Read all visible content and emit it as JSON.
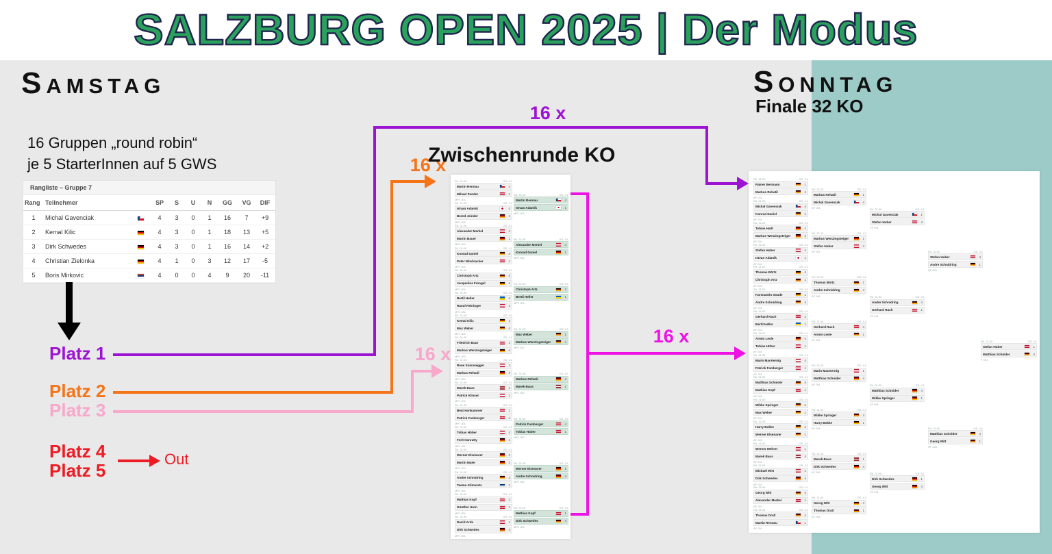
{
  "title": "SALZBURG OPEN 2025 | Der Modus",
  "colors": {
    "title_green": "#2aa25e",
    "title_outline": "#20264d",
    "background": "#e9e9e9",
    "teal_block": "#9dcbc7",
    "purple": "#9d13d4",
    "orange": "#f57419",
    "pink": "#f7a8cb",
    "magenta": "#ee12e4",
    "red": "#ed1c24",
    "black": "#111111"
  },
  "saturday": {
    "heading": "Samstag",
    "info_line1": "16 Gruppen „round robin“",
    "info_line2": "je 5 StarterInnen auf 5 GWS",
    "group_table": {
      "title": "Rangliste – Gruppe 7",
      "columns": [
        "Rang",
        "Teilnehmer",
        "SP",
        "S",
        "U",
        "N",
        "GG",
        "VG",
        "DIF"
      ],
      "rows": [
        [
          "1",
          "Michal Gavenciak",
          "cz",
          "4",
          "3",
          "0",
          "1",
          "16",
          "7",
          "+9"
        ],
        [
          "2",
          "Kemal Kilic",
          "de",
          "4",
          "3",
          "0",
          "1",
          "18",
          "13",
          "+5"
        ],
        [
          "3",
          "Dirk Schwedes",
          "de",
          "4",
          "3",
          "0",
          "1",
          "16",
          "14",
          "+2"
        ],
        [
          "4",
          "Christian Zielonka",
          "de",
          "4",
          "1",
          "0",
          "3",
          "12",
          "17",
          "-5"
        ],
        [
          "5",
          "Boris Mirkovic",
          "rs",
          "4",
          "0",
          "0",
          "4",
          "9",
          "20",
          "-11"
        ]
      ]
    },
    "places": [
      {
        "label": "Platz 1",
        "color": "#9d13d4"
      },
      {
        "label": "Platz 2",
        "color": "#f57419"
      },
      {
        "label": "Platz 3",
        "color": "#f7a8cb"
      },
      {
        "label": "Platz 4",
        "color": "#ed1c24"
      },
      {
        "label": "Platz 5",
        "color": "#ed1c24"
      }
    ],
    "out_label": "Out"
  },
  "flows": {
    "purple_label": "16 x",
    "orange_label": "16 x",
    "pink_label": "16 x",
    "magenta_label": "16 x"
  },
  "intermediate": {
    "heading": "Zwischenrunde KO",
    "card_meta": {
      "header_left": "Rd. 31:00",
      "header_right": "GS: 4:1",
      "footer": "MP1 301"
    },
    "round1": [
      [
        "Martin Rennau",
        "cz",
        "4",
        "Mihael Pander",
        "at",
        "1"
      ],
      [
        "Istvan Adamik",
        "jp",
        "4",
        "Bernd Jeinder",
        "de",
        "1"
      ],
      [
        "Alexander Merkel",
        "at",
        "4",
        "Martin Bauer",
        "de",
        "1"
      ],
      [
        "Konrad Daniel",
        "de",
        "4",
        "Peter Windsacker",
        "at",
        "1"
      ],
      [
        "Christoph Artz",
        "de",
        "4",
        "Jacqueline Frangel",
        "de",
        "1"
      ],
      [
        "Bertil Heller",
        "ua",
        "4",
        "Raoul Reininger",
        "at",
        "1"
      ],
      [
        "Kemal Kilic",
        "de",
        "1",
        "Max Weber",
        "de",
        "4"
      ],
      [
        "Friedrich Baur",
        "at",
        "1",
        "Markus Wenzingsteiger",
        "de",
        "4"
      ],
      [
        "Rene Sonnwegger",
        "at",
        "1",
        "Markus Rehatil",
        "de",
        "4"
      ],
      [
        "Marek Baus",
        "lv",
        "4",
        "Patrick Klinser",
        "at",
        "1"
      ],
      [
        "Beat Hankammer",
        "at",
        "1",
        "Patrick Famberger",
        "at",
        "4"
      ],
      [
        "Tobias Hüber",
        "at",
        "4",
        "Ferit Hanratty",
        "de",
        "1"
      ],
      [
        "Werner Elsenarer",
        "de",
        "4",
        "Martin Maler",
        "de",
        "1"
      ],
      [
        "Andre Schnidring",
        "de",
        "4",
        "Teemu Klimerats",
        "fi",
        "1"
      ],
      [
        "Mathias Kopf",
        "at",
        "4",
        "Günther Horn",
        "at",
        "1"
      ],
      [
        "David Arde",
        "at",
        "1",
        "Dirk Schwedes",
        "de",
        "4"
      ]
    ],
    "round2": [
      [
        "Martin Rennau",
        "cz",
        "4",
        "Istvan Adamik",
        "jp",
        "1"
      ],
      [
        "Alexander Merkel",
        "at",
        "4",
        "Konrad Daniel",
        "de",
        "1"
      ],
      [
        "Christoph Artz",
        "de",
        "4",
        "Bertil Heller",
        "ua",
        "1"
      ],
      [
        "Max Weber",
        "de",
        "1",
        "Markus Wenzingsteiger",
        "de",
        "4"
      ],
      [
        "Markus Rehatil",
        "de",
        "4",
        "Marek Baus",
        "lv",
        "1"
      ],
      [
        "Patrick Famberger",
        "at",
        "4",
        "Tobias Hüber",
        "at",
        "1"
      ],
      [
        "Werner Elsenarer",
        "de",
        "1",
        "Andre Schnidring",
        "de",
        "4"
      ],
      [
        "Mathias Kopf",
        "at",
        "1",
        "Dirk Schwedes",
        "de",
        "4"
      ]
    ]
  },
  "sunday": {
    "heading": "Sonntag",
    "subheading": "Finale 32 KO",
    "card_meta": {
      "header_left": "Rd. 31:00",
      "header_right": "GS: 4:1",
      "footers": {
        "r32": "AF 001",
        "r16": "AF 001",
        "qf": "VF 001",
        "sf": "HF 001",
        "f": "F 001"
      }
    },
    "r32": [
      [
        "Rainer Bermann",
        "de",
        "1",
        "Markus Rehatil",
        "de",
        "4"
      ],
      [
        "Michal Gavenciak",
        "cz",
        "4",
        "Konrad Daniel",
        "de",
        "1"
      ],
      [
        "Tobias Hadl",
        "de",
        "1",
        "Markus Wenzingsteiger",
        "de",
        "4"
      ],
      [
        "Stefan Huber",
        "at",
        "4",
        "Istvan Adamik",
        "jp",
        "1"
      ],
      [
        "Thomas Börtz",
        "de",
        "4",
        "Christoph Artz",
        "de",
        "1"
      ],
      [
        "Konstantin Strade",
        "de",
        "1",
        "Andre Schnidring",
        "de",
        "4"
      ],
      [
        "Gerhard Rach",
        "at",
        "4",
        "Bertil Heller",
        "ua",
        "1"
      ],
      [
        "Armin Lesle",
        "de",
        "4",
        "Tobias Hüber",
        "at",
        "1"
      ],
      [
        "Mario MacKernig",
        "at",
        "4",
        "Patrick Famberger",
        "at",
        "1"
      ],
      [
        "Matthias Schnider",
        "de",
        "4",
        "Mathias Kopf",
        "at",
        "1"
      ],
      [
        "Wikke Springer",
        "de",
        "4",
        "Max Weber",
        "de",
        "1"
      ],
      [
        "Harry Bokke",
        "de",
        "4",
        "Werner Elsenarer",
        "de",
        "1"
      ],
      [
        "Werner Mehrer",
        "at",
        "1",
        "Marek Baus",
        "lv",
        "4"
      ],
      [
        "Michael Wirt",
        "at",
        "1",
        "Dirk Schwedes",
        "de",
        "4"
      ],
      [
        "Georg Witt",
        "de",
        "4",
        "Alexander Merkel",
        "at",
        "1"
      ],
      [
        "Thomas Dratl",
        "de",
        "4",
        "Martin Rennau",
        "cz",
        "1"
      ]
    ],
    "r16": [
      [
        "Markus Rehatil",
        "de",
        "1",
        "Michal Gavenciak",
        "cz",
        "4"
      ],
      [
        "Markus Wenzingsteiger",
        "de",
        "1",
        "Stefan Huber",
        "at",
        "4"
      ],
      [
        "Thomas Börtz",
        "de",
        "1",
        "Andre Schnidring",
        "de",
        "4"
      ],
      [
        "Gerhard Rach",
        "at",
        "4",
        "Armin Lesle",
        "de",
        "1"
      ],
      [
        "Mario MacKernig",
        "at",
        "1",
        "Matthias Schnider",
        "de",
        "4"
      ],
      [
        "Wikke Springer",
        "de",
        "4",
        "Harry Bokke",
        "de",
        "1"
      ],
      [
        "Marek Baus",
        "lv",
        "1",
        "Dirk Schwedes",
        "de",
        "4"
      ],
      [
        "Georg Witt",
        "de",
        "4",
        "Thomas Dratl",
        "de",
        "1"
      ]
    ],
    "qf": [
      [
        "Michal Gavenciak",
        "cz",
        "1",
        "Stefan Huber",
        "at",
        "4"
      ],
      [
        "Andre Schnidring",
        "de",
        "4",
        "Gerhard Rach",
        "at",
        "1"
      ],
      [
        "Matthias Schnider",
        "de",
        "4",
        "Wikke Springer",
        "de",
        "1"
      ],
      [
        "Dirk Schwedes",
        "de",
        "1",
        "Georg Witt",
        "de",
        "4"
      ]
    ],
    "sf": [
      [
        "Stefan Huber",
        "at",
        "4",
        "Andre Schnidring",
        "de",
        "1"
      ],
      [
        "Matthias Schnider",
        "de",
        "4",
        "Georg Witt",
        "de",
        "1"
      ]
    ],
    "final": [
      [
        "Stefan Huber",
        "at",
        "1",
        "Matthias Schnider",
        "de",
        "4"
      ]
    ]
  }
}
